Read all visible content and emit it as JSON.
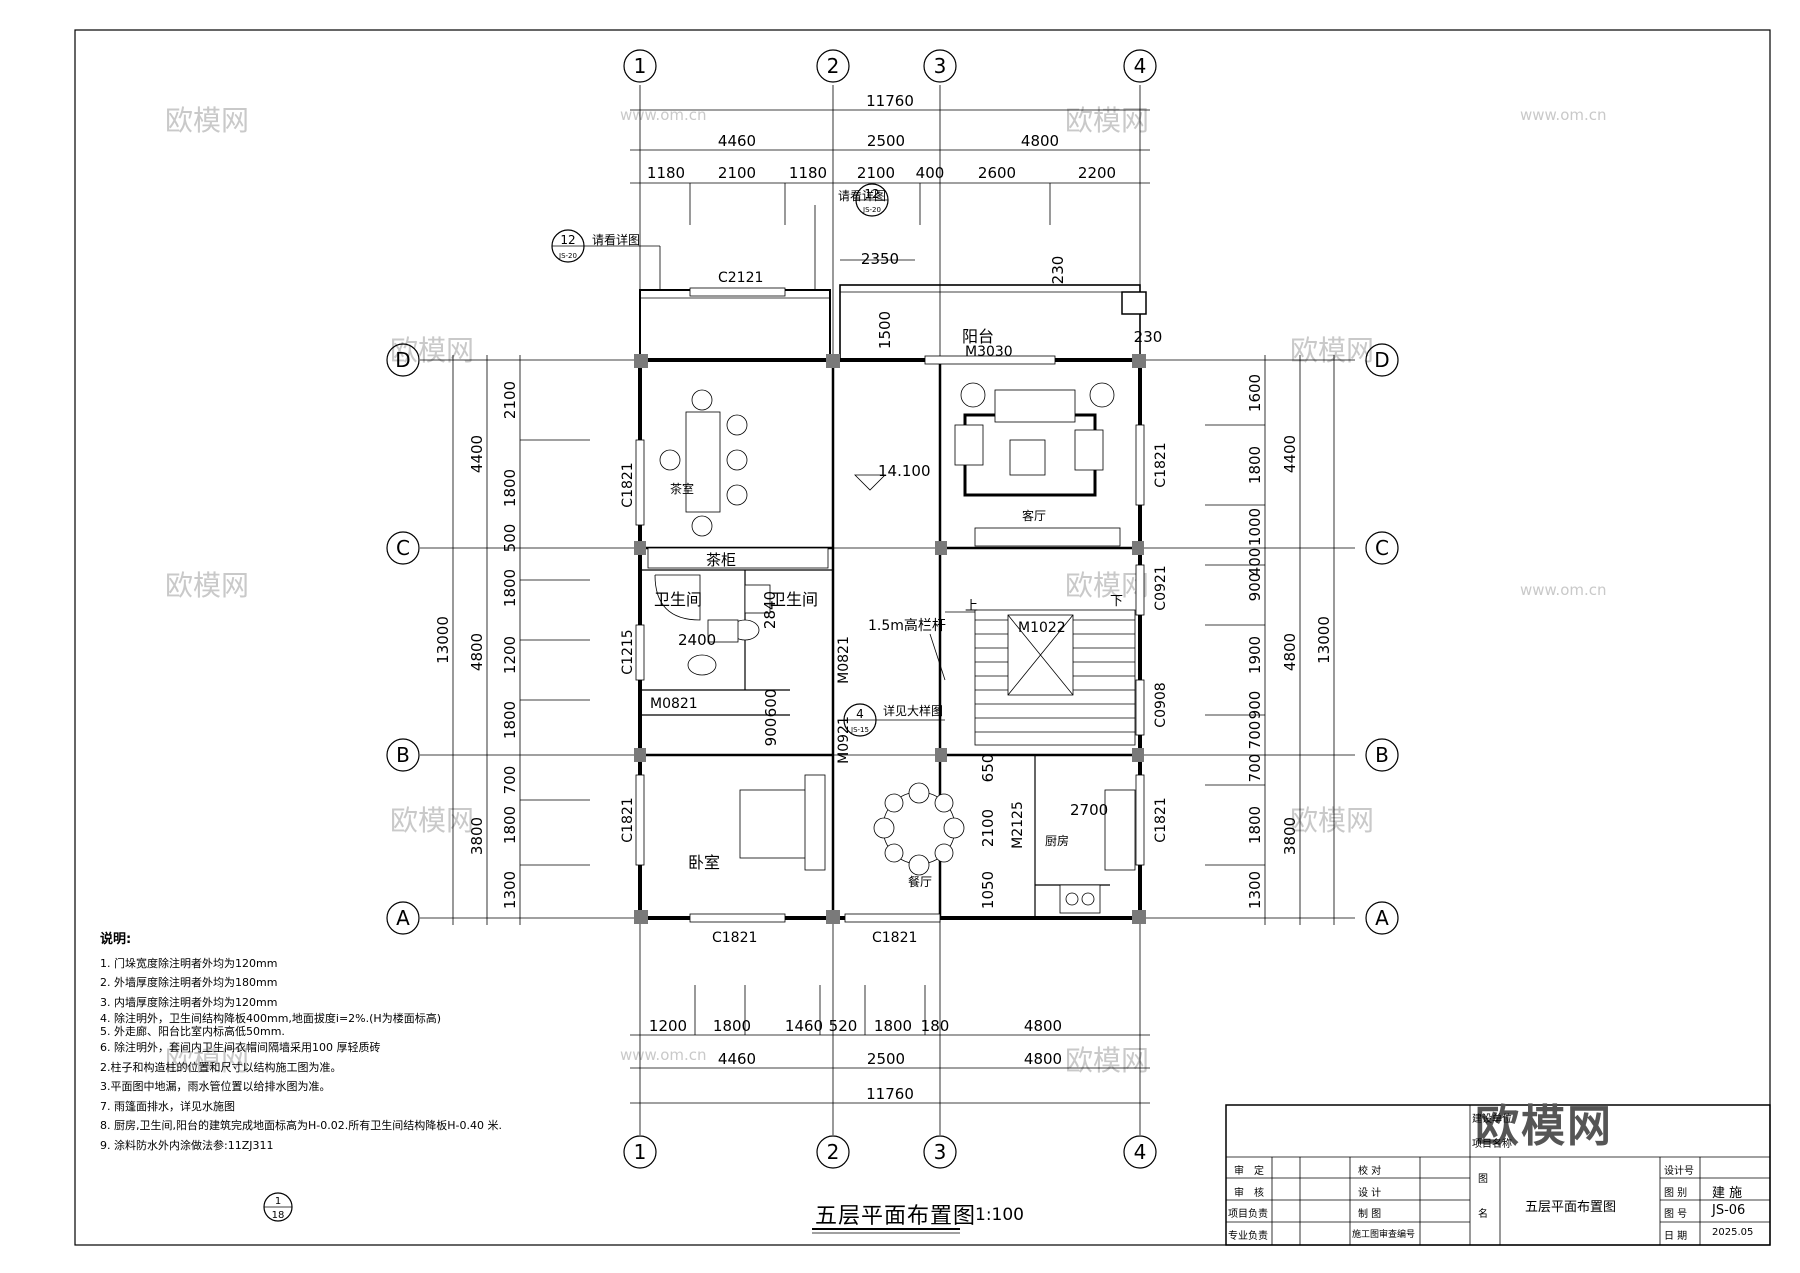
{
  "drawing": {
    "title": "五层平面布置图",
    "scale": "1:100"
  },
  "axes": {
    "vertical": [
      "1",
      "2",
      "3",
      "4"
    ],
    "horizontal": [
      "D",
      "C",
      "B",
      "A"
    ]
  },
  "dimensions": {
    "top_total": "11760",
    "top_mid": [
      "4460",
      "2500",
      "4800"
    ],
    "top_fine": [
      "1180",
      "2100",
      "1180",
      "2100",
      "400",
      "2600",
      "2200"
    ],
    "bottom_fine": [
      "1200",
      "1800",
      "1460",
      "520",
      "1800",
      "180",
      "4800"
    ],
    "bottom_mid": [
      "4460",
      "2500",
      "4800"
    ],
    "bottom_total": "11760",
    "left_total": "13000",
    "left_mid": [
      "4400",
      "4800",
      "3800"
    ],
    "left_fine": [
      "2100",
      "1800",
      "500",
      "1800",
      "1200",
      "1800",
      "700",
      "1800",
      "1300"
    ],
    "right_total": "13000",
    "right_mid": [
      "4400",
      "4800",
      "3800"
    ],
    "right_fine": [
      "1600",
      "1800",
      "1000",
      "400",
      "900",
      "1900",
      "900",
      "700",
      "700",
      "1800",
      "1300"
    ],
    "balcony_w": "2350",
    "balcony_h": "1500",
    "balcony_230a": "230",
    "balcony_230b": "230",
    "bath_2400": "2400",
    "bath_2840": "2840",
    "d900": "900",
    "d600": "600",
    "kitchen_2700": "2700",
    "d650": "650",
    "d2100": "2100",
    "d1050": "1050"
  },
  "rooms": {
    "balcony": "阳台",
    "tea_room": "茶室",
    "tea_cabinet": "茶柜",
    "living_room": "客厅",
    "bathroom_1": "卫生间",
    "bathroom_2": "卫生间",
    "bedroom": "卧室",
    "dining": "餐厅",
    "kitchen": "厨房"
  },
  "labels": {
    "elevation": "14.100",
    "railing": "1.5m高栏杆",
    "see_detail": "详见大样图",
    "see_detail_2": "请看详图",
    "see_detail_3": "请看详图",
    "up": "上",
    "down": "下",
    "detail_num": "12",
    "detail_sheet": "JS-20",
    "detail_num_2": "12",
    "detail_sheet_2": "JS-20",
    "detail_num_3": "4",
    "detail_sheet_3": "JS-15"
  },
  "openings": {
    "c2121": "C2121",
    "m3030": "M3030",
    "c1821_tea": "C1821",
    "c1821_living": "C1821",
    "c0921": "C0921",
    "c0908": "C0908",
    "c1215": "C1215",
    "m0821_a": "M0821",
    "m0821_b": "M0821",
    "m0921": "M0921",
    "m1022": "M1022",
    "m2125": "M2125",
    "c1821_bed": "C1821",
    "c1821_kit": "C1821",
    "c1821_bot1": "C1821",
    "c1821_bot2": "C1821"
  },
  "notes": {
    "heading": "说明:",
    "items": [
      "1. 门垛宽度除注明者外均为120mm",
      "2. 外墙厚度除注明者外均为180mm",
      "3. 内墙厚度除注明者外均为120mm",
      "4. 除注明外，卫生间结构降板400mm,地面拔度i=2%.(H为楼面标高)",
      "5. 外走廊、阳台比室内标高低50mm.",
      "6. 除注明外，套间内卫生间衣帽间隔墙采用100 厚轻质砖",
      "2.柱子和构造柱的位置和尺寸以结构施工图为准。",
      "3.平面图中地漏，雨水管位置以给排水图为准。",
      "7. 雨篷面排水，详见水施图",
      "8. 厨房,卫生间,阳台的建筑完成地面标高为H-0.02.所有卫生间结构降板H-0.40 米.",
      "9. 涂料防水外内涂做法参:11ZJ311"
    ],
    "ref_top": "1",
    "ref_bottom": "18"
  },
  "title_block": {
    "r1a": "审",
    "r1b": "定",
    "r2a": "审",
    "r2b": "核",
    "r3": "项目负责",
    "r4": "专业负责",
    "c1": "校 对",
    "c2": "设 计",
    "c3": "制 图",
    "c4": "施工图审查编号",
    "unit": "建设单位",
    "project": "项目名称",
    "name_label_1": "图",
    "name_label_2": "名",
    "drawing_name": "五层平面布置图",
    "design_no_label": "设计号",
    "category_label": "图 别",
    "category": "建 施",
    "sheet_label": "图 号",
    "sheet": "JS-06",
    "date_label": "日 期",
    "date": "2025.05"
  },
  "watermark": {
    "text": "欧模网",
    "url": "www.om.cn"
  }
}
